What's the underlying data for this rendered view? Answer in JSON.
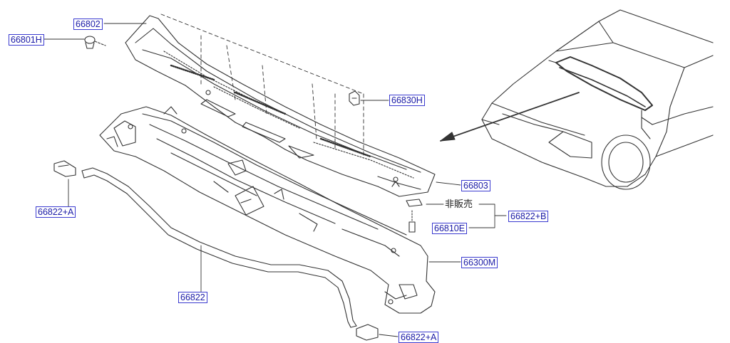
{
  "labels": {
    "p66802": "66802",
    "p66801H": "66801H",
    "p66830H": "66830H",
    "p66803": "66803",
    "p66822B": "66822+B",
    "p66810E": "66810E",
    "p66300M": "66300M",
    "p66822A_left": "66822+A",
    "p66822": "66822",
    "p66822A_bottom": "66822+A",
    "not_for_sale": "非販売"
  },
  "colors": {
    "label_text": "#1a1aa6",
    "label_border": "#3b3bd0",
    "line_art": "#333333"
  }
}
